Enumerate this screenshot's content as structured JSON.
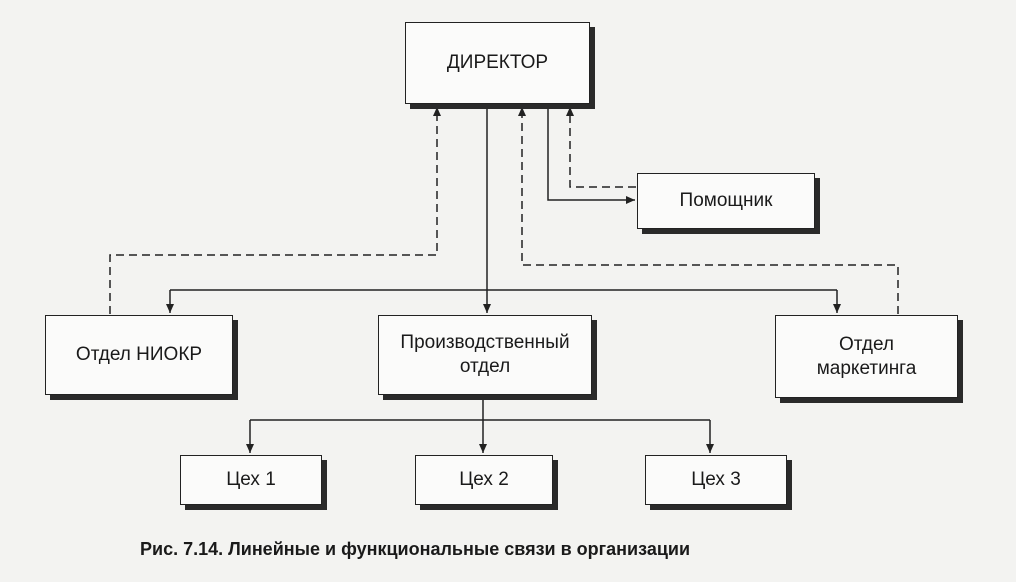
{
  "nodes": {
    "director": "ДИРЕКТОР",
    "assistant": "Помощник",
    "rnd": "Отдел НИОКР",
    "production": "Производственный отдел",
    "marketing": "Отдел маркетинга",
    "shop1": "Цех 1",
    "shop2": "Цех 2",
    "shop3": "Цех 3"
  },
  "caption": "Рис. 7.14.  Линейные и функциональные связи в организации"
}
